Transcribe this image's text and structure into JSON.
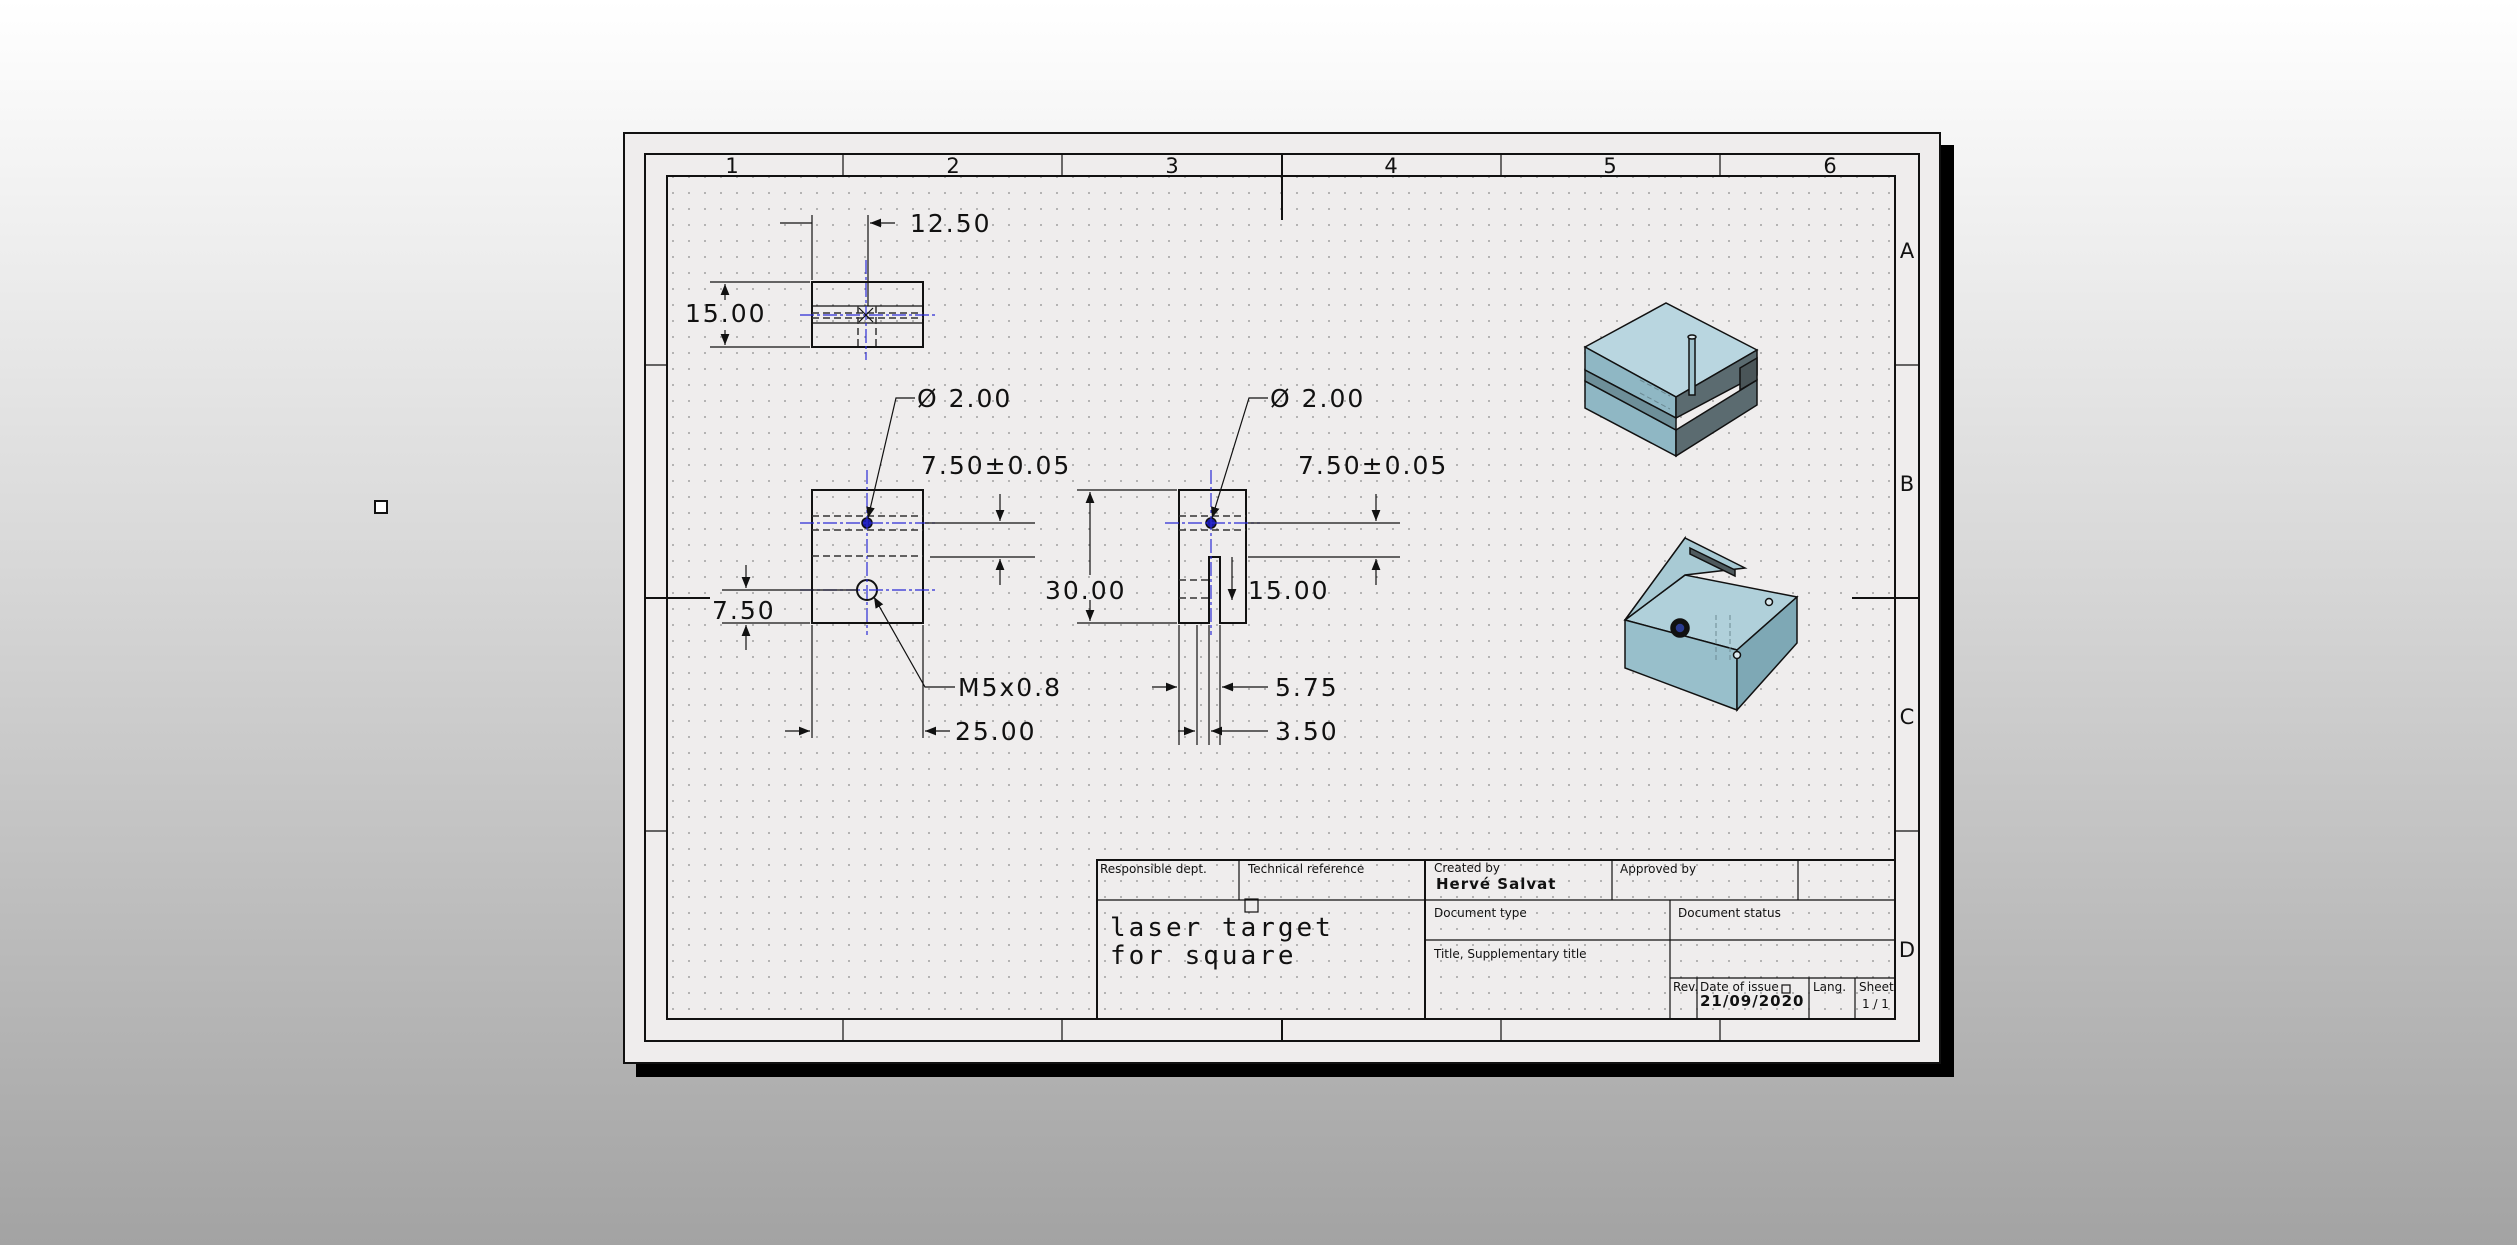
{
  "zones": {
    "columns": [
      "1",
      "2",
      "3",
      "4",
      "5",
      "6"
    ],
    "rows": [
      "A",
      "B",
      "C",
      "D"
    ]
  },
  "dimensions": {
    "top_width": "12.50",
    "top_height": "15.00",
    "front_hole": "Ø 2.00",
    "front_offset": "7.50±0.05",
    "front_left": "7.50",
    "front_thread": "M5x0.8",
    "front_width": "25.00",
    "side_hole": "Ø 2.00",
    "side_offset": "7.50±0.05",
    "side_height": "30.00",
    "side_slot": "15.00",
    "side_w1": "5.75",
    "side_w2": "3.50"
  },
  "title_block": {
    "responsible_label": "Responsible dept.",
    "technical_label": "Technical reference",
    "created_label": "Created by",
    "created_value": "Hervé Salvat",
    "approved_label": "Approved by",
    "doc_type_label": "Document type",
    "doc_status_label": "Document status",
    "title_label": "Title, Supplementary title",
    "title_line1": "laser target",
    "title_line2": "for square",
    "rev_label": "Rev.",
    "issue_label": "Date of issue",
    "issue_value": "21/09/2020",
    "lang_label": "Lang.",
    "sheet_label": "Sheet",
    "sheet_value": "1 / 1"
  },
  "colors": {
    "sheet": "#efeded",
    "centerline": "#2b2bd6",
    "model_face": "#9dc3cf",
    "model_dark": "#4f5a5e"
  }
}
